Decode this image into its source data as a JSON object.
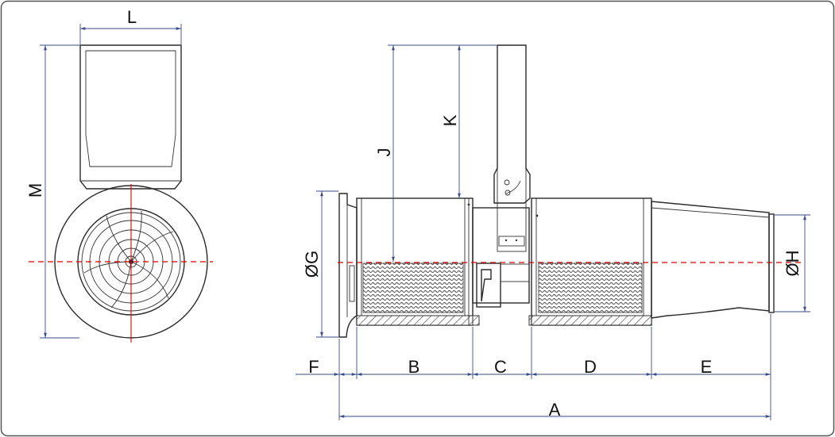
{
  "colors": {
    "outline": "#2a2a2a",
    "dimension_line": "#3a4a8a",
    "center_line": "#e00000",
    "label_text": "#111111",
    "frame": "#555555"
  },
  "labels": {
    "L": "L",
    "M": "M",
    "J": "J",
    "K": "K",
    "G": "ØG",
    "H": "ØH",
    "F": "F",
    "B": "B",
    "C": "C",
    "D": "D",
    "E": "E",
    "A": "A"
  }
}
